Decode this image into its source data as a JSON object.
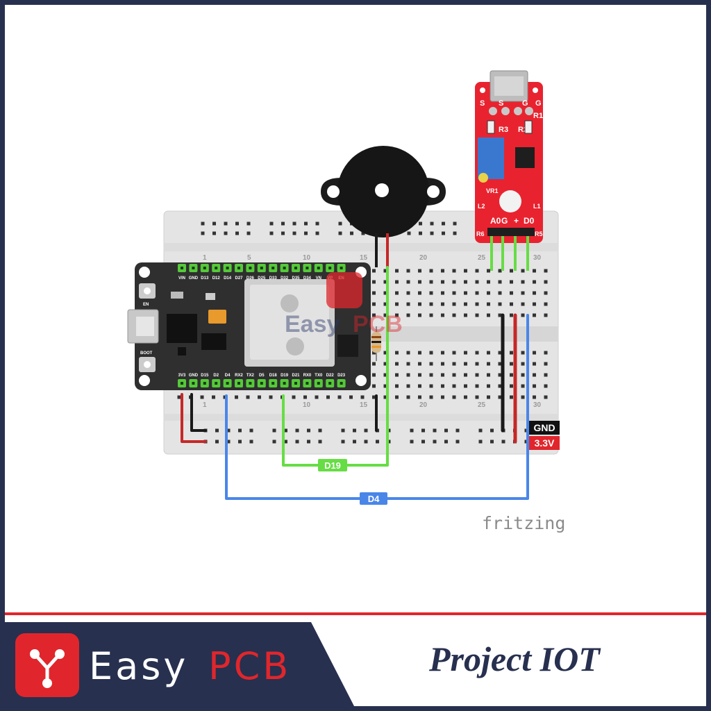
{
  "colors": {
    "border": "#27304f",
    "red_accent": "#e0262c",
    "wire_green": "#66dd44",
    "wire_blue": "#4a86e8",
    "wire_red": "#c62828",
    "wire_black": "#1a1a1a",
    "board": "#2f2f2f",
    "sensor_pcb": "#e8232f",
    "breadboard": "#e4e4e4"
  },
  "esp32": {
    "top_pins": [
      "VIN",
      "GND",
      "D13",
      "D12",
      "D14",
      "D27",
      "D26",
      "D25",
      "D33",
      "D32",
      "D35",
      "D34",
      "VN",
      "VP",
      "EN"
    ],
    "bottom_pins": [
      "3V3",
      "GND",
      "D15",
      "D2",
      "D4",
      "RX2",
      "TX2",
      "D5",
      "D18",
      "D19",
      "D21",
      "RX0",
      "TX0",
      "D22",
      "D23"
    ],
    "button_en": "EN",
    "button_boot": "BOOT"
  },
  "breadboard": {
    "column_numbers": [
      "1",
      "5",
      "10",
      "15",
      "20",
      "25",
      "30"
    ]
  },
  "sensor": {
    "top_labels": [
      "S",
      "S",
      "G",
      "G"
    ],
    "resistors": [
      "R1",
      "R2",
      "R3"
    ],
    "side_labels": [
      "VR1",
      "L1",
      "L2",
      "R5",
      "R6"
    ],
    "pins": [
      "A0",
      "G",
      "+",
      "D0"
    ]
  },
  "wire_labels": {
    "d19": "D19",
    "d4": "D4",
    "gnd": "GND",
    "v33": "3.3V"
  },
  "watermark": {
    "easy": "Easy",
    "pcb": "PCB"
  },
  "fritzing_logo": "fritzing",
  "footer": {
    "brand_easy": "Easy",
    "brand_pcb": "PCB",
    "project": "Project IOT"
  }
}
